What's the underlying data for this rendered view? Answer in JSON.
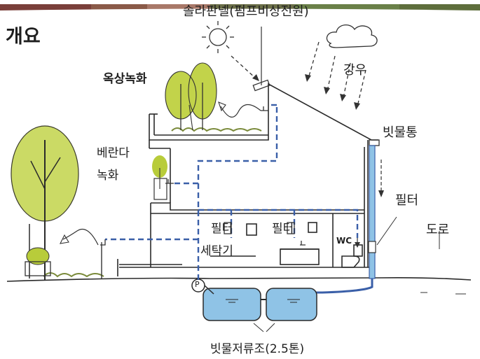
{
  "title": "개요",
  "labels": {
    "solar_panel": "솔라판넬(펌프비상전원)",
    "rainfall": "강우",
    "rooftop_green": "옥상녹화",
    "rain_gutter": "빗물통",
    "balcony_line1": "베란다",
    "balcony_line2": "녹화",
    "filter_right": "필터",
    "road": "도로",
    "filter_1": "필터",
    "filter_2": "필터",
    "washing_machine": "세탁기",
    "wc": "WC",
    "pump": "P",
    "rainwater_tank": "빗물저류조(2.5톤)"
  },
  "colors": {
    "line": "#2a2a2a",
    "water": "#3a5fa8",
    "tank": "#8fc3e6",
    "foliage": "#b8cc3a",
    "ground": "#7a8a3a"
  }
}
